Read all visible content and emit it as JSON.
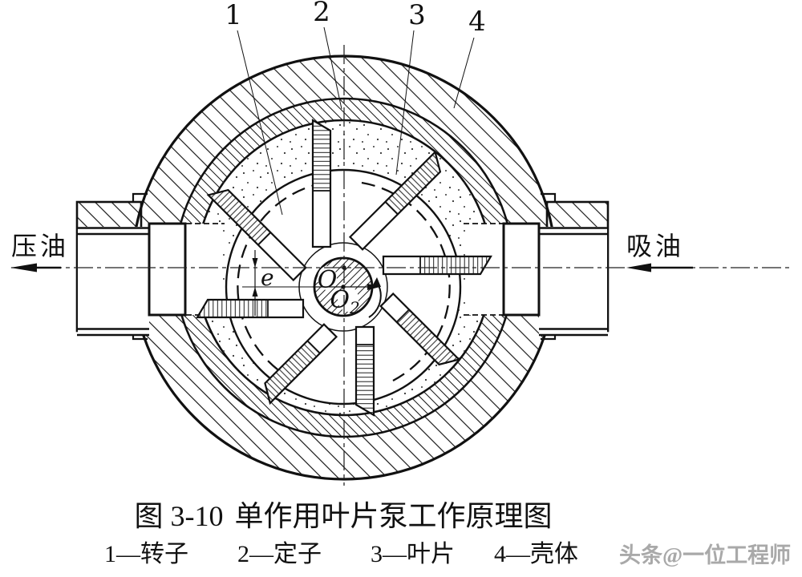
{
  "figure": {
    "part_labels": [
      "1",
      "2",
      "3",
      "4"
    ],
    "centers": {
      "stator_center": "O",
      "rotor_center_main": "O",
      "rotor_center_sub": "2"
    },
    "dims": {
      "eccentricity": "e"
    },
    "ports": {
      "discharge": "压油",
      "suction": "吸油"
    }
  },
  "caption": {
    "figure_label": "图 3-10",
    "title": "单作用叶片泵工作原理图"
  },
  "legend": {
    "items": [
      "1—转子",
      "2—定子",
      "3—叶片",
      "4—壳体"
    ]
  },
  "watermark": {
    "text": "头条@一位工程师"
  },
  "colors": {
    "line": "#111111",
    "watermark": "#a9a9a9",
    "background": "#ffffff"
  }
}
